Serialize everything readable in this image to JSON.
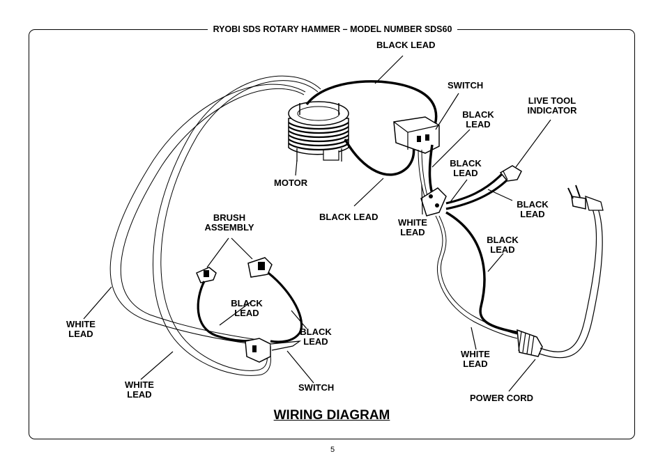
{
  "header": {
    "title": "RYOBI SDS ROTARY HAMMER – MODEL NUMBER SDS60"
  },
  "diagram": {
    "title": "WIRING DIAGRAM",
    "labels": {
      "black_lead_top": "BLACK LEAD",
      "switch_top": "SWITCH",
      "live_tool_indicator_1": "LIVE TOOL",
      "live_tool_indicator_2": "INDICATOR",
      "black_lead_switch_1": "BLACK",
      "black_lead_switch_2": "LEAD",
      "black_lead_indicator_1": "BLACK",
      "black_lead_indicator_2": "LEAD",
      "black_lead_right_1": "BLACK",
      "black_lead_right_2": "LEAD",
      "motor": "MOTOR",
      "black_lead_motor": "BLACK LEAD",
      "white_lead_center_1": "WHITE",
      "white_lead_center_2": "LEAD",
      "black_lead_cord_1": "BLACK",
      "black_lead_cord_2": "LEAD",
      "brush_assembly_1": "BRUSH",
      "brush_assembly_2": "ASSEMBLY",
      "black_lead_brush_left_1": "BLACK",
      "black_lead_brush_left_2": "LEAD",
      "black_lead_brush_right_1": "BLACK",
      "black_lead_brush_right_2": "LEAD",
      "white_lead_left_1": "WHITE",
      "white_lead_left_2": "LEAD",
      "white_lead_bottom_1": "WHITE",
      "white_lead_bottom_2": "LEAD",
      "switch_bottom": "SWITCH",
      "white_lead_cord_1": "WHITE",
      "white_lead_cord_2": "LEAD",
      "power_cord": "POWER CORD"
    }
  },
  "page": {
    "number": "5"
  }
}
